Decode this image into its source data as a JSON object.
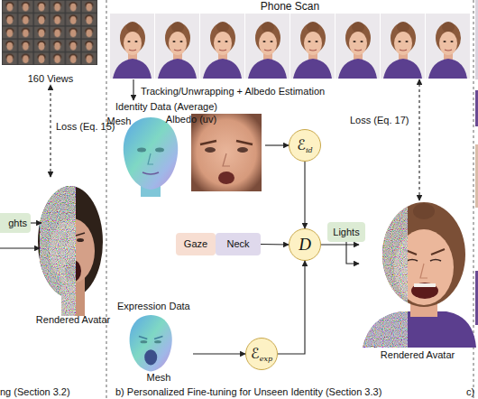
{
  "diagram": {
    "nodes": [
      {
        "text": [
          "160 Views"
        ]
      },
      {
        "text": [
          "Rendered Avatar"
        ]
      },
      {
        "text": [
          "ghts"
        ]
      },
      {
        "text": [
          "Phone Scan"
        ]
      },
      {
        "text": [
          "Identity Data (Average)"
        ]
      },
      {
        "text": [
          "Mesh"
        ],
        "in": 4
      },
      {
        "text": [
          "Albedo (uv)"
        ],
        "in": 4
      },
      {
        "text": [
          "ℰ",
          "id"
        ]
      },
      {
        "text": [
          "Lights"
        ]
      },
      {
        "text": [
          "Gaze"
        ]
      },
      {
        "text": [
          "Neck"
        ]
      },
      {
        "text": [
          "D"
        ]
      },
      {
        "text": [
          "Mesh"
        ]
      },
      {
        "text": [
          "ℰ",
          "exp"
        ]
      },
      {
        "text": [
          "Rendered Avatar"
        ]
      }
    ],
    "edges": [
      {
        "from": 1,
        "to": 0,
        "label": "Loss (Eq. 15)",
        "arrow": "both"
      },
      {
        "from": 2,
        "to": 1,
        "arrow": "to"
      },
      {
        "from": 3,
        "to": 4,
        "label": "Tracking/Unwrapping + Albedo Estimation",
        "arrow": "to"
      },
      {
        "from": 14,
        "to": 3,
        "label": "Loss (Eq. 17)",
        "arrow": "both"
      },
      {
        "from": 6,
        "to": 7,
        "arrow": "to"
      },
      {
        "from": 7,
        "to": 11,
        "arrow": "to"
      },
      {
        "from": 10,
        "to": 11,
        "arrow": "to"
      },
      {
        "from": 13,
        "to": 11,
        "arrow": "to"
      },
      {
        "from": 12,
        "to": 13,
        "arrow": "to"
      },
      {
        "from": 11,
        "to": 14,
        "arrow": "to"
      },
      {
        "from": 8,
        "to": 14,
        "arrow": "to"
      }
    ],
    "labels": [
      "Expression Data",
      "ng (Section 3.2)",
      "b) Personalized Fine-tuning for Unseen Identity (Section 3.3)",
      "c)"
    ]
  }
}
